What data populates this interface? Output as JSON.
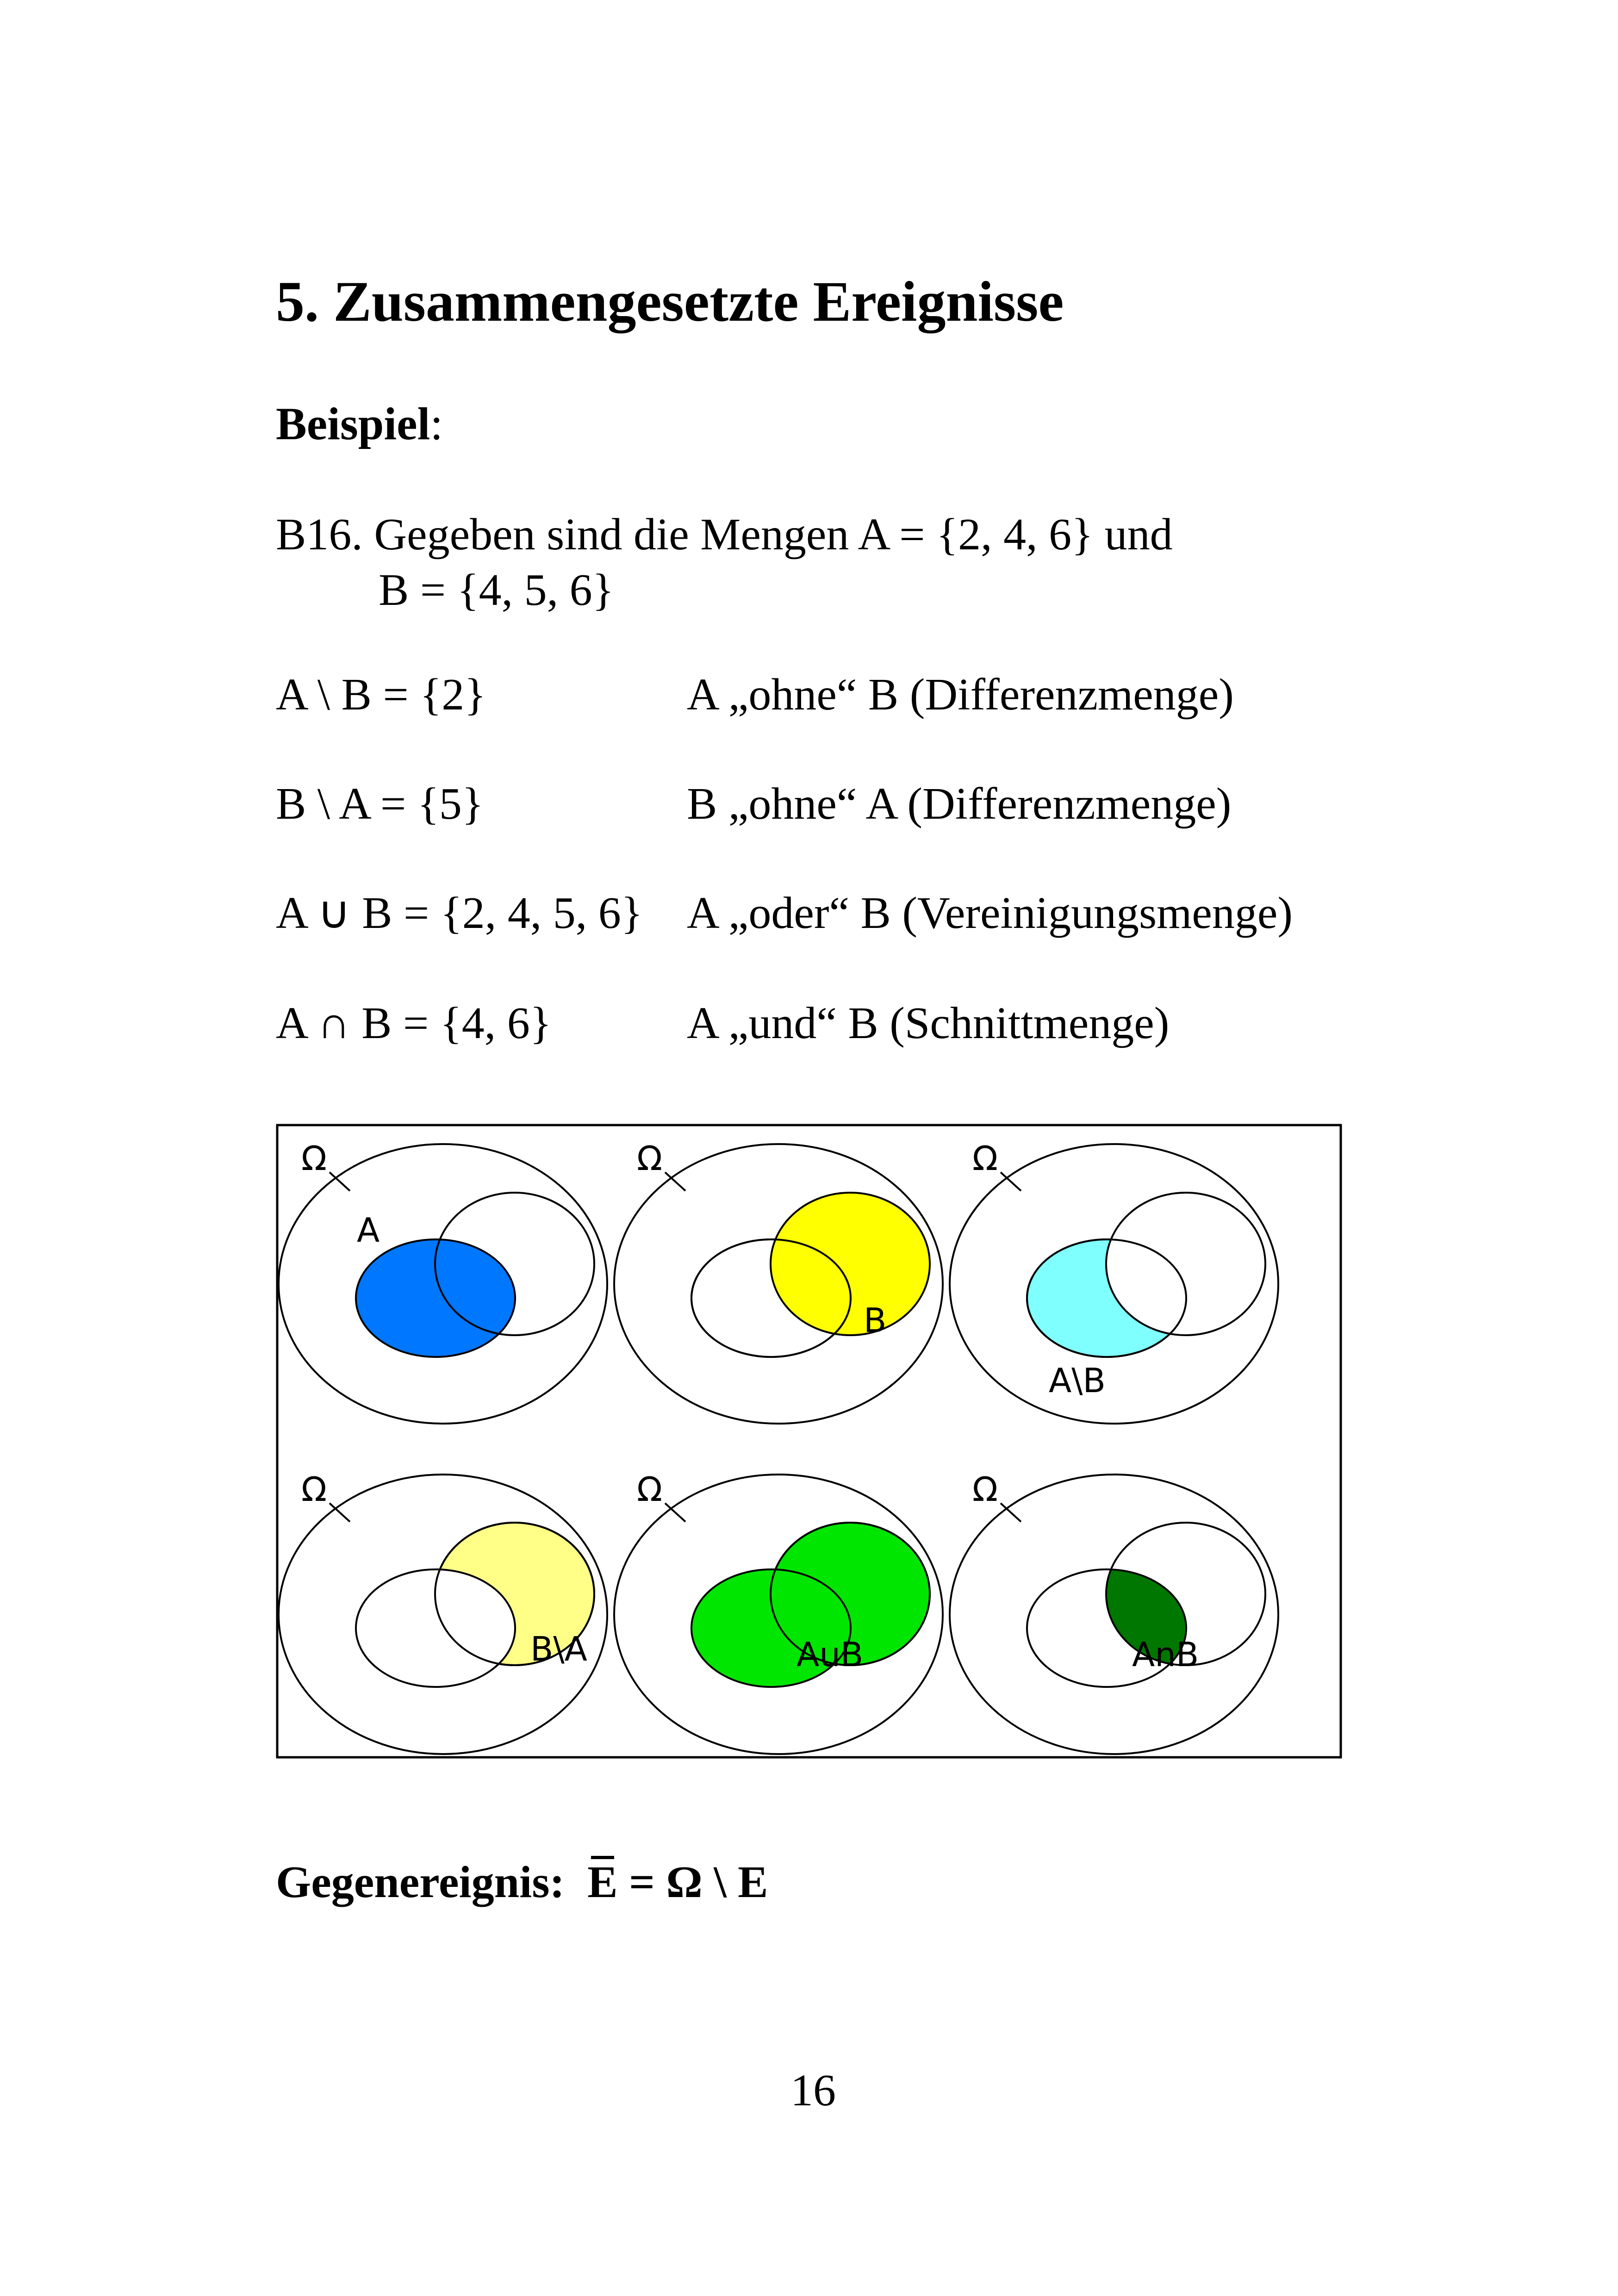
{
  "title": "5. Zusammengesetzte Ereignisse",
  "beispiel_label": "Beispiel",
  "beispiel_colon": ":",
  "b16_line1": "B16. Gegeben sind die Mengen A = {2, 4, 6} und",
  "b16_line2": "B = {4, 5, 6}",
  "rows": [
    {
      "expr": "A \\ B = {2}",
      "desc": "A „ohne“ B  (Differenzmenge)"
    },
    {
      "expr": "B \\ A = {5}",
      "desc": "B „ohne“ A  (Differenzmenge)"
    },
    {
      "expr": "A ∪ B = {2, 4, 5, 6}",
      "desc": "A „oder“ B  (Vereinigungsmenge)"
    },
    {
      "expr": "A ∩ B = {4, 6}",
      "desc": "A „und“ B  (Schnittmenge)"
    }
  ],
  "venn": {
    "omega": "Ω",
    "panels": [
      {
        "label": "A",
        "highlight": "A",
        "color": "#0077ff"
      },
      {
        "label": "B",
        "highlight": "B",
        "color": "#ffff00"
      },
      {
        "label": "A\\B",
        "highlight": "A\\B",
        "color": "#80ffff"
      },
      {
        "label": "B\\A",
        "highlight": "B\\A",
        "color": "#ffff88"
      },
      {
        "label": "AuB",
        "highlight": "AuB",
        "color": "#00e600"
      },
      {
        "label": "AnB",
        "highlight": "AnB",
        "color": "#007700"
      }
    ]
  },
  "gegen_label": "Gegenereignis:",
  "gegen_E": "E",
  "gegen_rest": " = Ω \\ E",
  "page_number": "16"
}
